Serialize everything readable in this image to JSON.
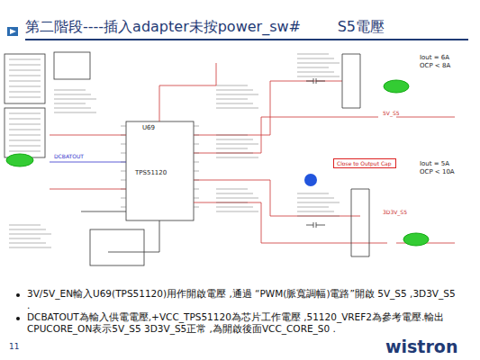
{
  "diagram": {
    "title": "第二階段----插入adapter未按power_sw#        S5電壓",
    "nodes": [
      {
        "text": [
          "Close to Output Cap"
        ]
      }
    ],
    "labels": [
      "U69",
      "TPS51120",
      "Iout = 6A",
      "OCP < 8A",
      "Iout = 5A",
      "OCP < 10A",
      "5V_S5",
      "3D3V_S5",
      "DCBATOUT",
      "3V/5V_EN輸入U69(TPS51120)用作開啟電壓 ,通過 “PWM(脈寬調幅)電路”開啟 5V_S5 ,3D3V_S5 .",
      "DCBATOUT為輸入供電電壓,+VCC_TPS51120為芯片工作電壓 ,51120_VREF2為參考電壓.輸出CPUCORE_ON表示5V_S5 3D3V_S5正常 ,為開啟後面VCC_CORE_S0 .",
      "11",
      "wistron"
    ]
  }
}
